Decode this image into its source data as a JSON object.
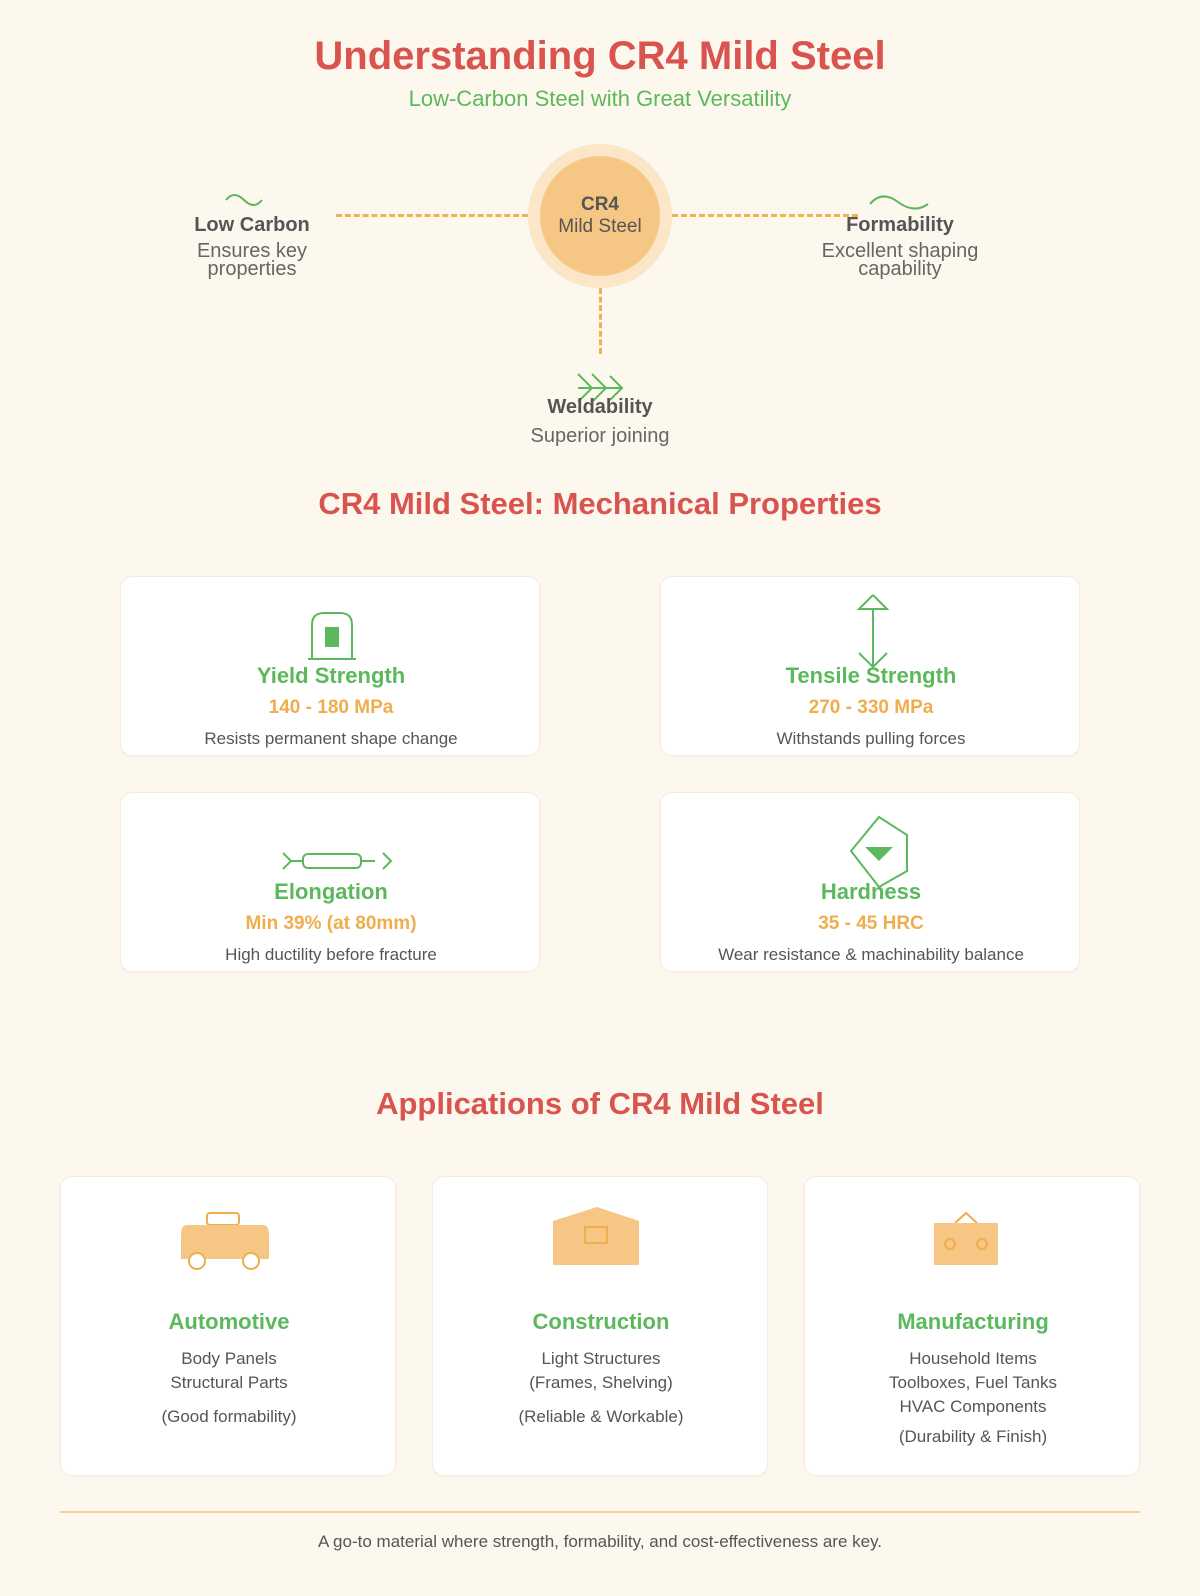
{
  "header": {
    "title": "Understanding CR4 Mild Steel",
    "subtitle": "Low-Carbon Steel with Great Versatility"
  },
  "hub": {
    "line1": "CR4",
    "line2": "Mild Steel",
    "nodes": [
      {
        "icon": "wave-icon",
        "title": "Low Carbon",
        "desc1": "Ensures key",
        "desc2": "properties"
      },
      {
        "icon": "wave-icon",
        "title": "Formability",
        "desc1": "Excellent shaping",
        "desc2": "capability"
      },
      {
        "icon": "double-arrow-icon",
        "title": "Weldability",
        "desc1": "Superior joining"
      }
    ]
  },
  "properties": {
    "title": "CR4 Mild Steel: Mechanical Properties",
    "items": [
      {
        "icon": "bar-gauge-icon",
        "name": "Yield Strength",
        "value": "140 - 180 MPa",
        "desc": "Resists permanent shape change"
      },
      {
        "icon": "vertical-arrow-icon",
        "name": "Tensile Strength",
        "value": "270 - 330 MPa",
        "desc": "Withstands pulling forces"
      },
      {
        "icon": "stretch-bar-icon",
        "name": "Elongation",
        "value": "Min 39% (at 80mm)",
        "desc": "High ductility before fracture"
      },
      {
        "icon": "hexagon-icon",
        "name": "Hardness",
        "value": "35 - 45 HRC",
        "desc": "Wear resistance & machinability balance"
      }
    ]
  },
  "applications": {
    "title": "Applications of CR4 Mild Steel",
    "items": [
      {
        "icon": "car-icon",
        "name": "Automotive",
        "line1": "Body Panels",
        "line2": "Structural Parts",
        "line3": "",
        "note": "(Good formability)"
      },
      {
        "icon": "building-icon",
        "name": "Construction",
        "line1": "Light Structures",
        "line2": "(Frames, Shelving)",
        "line3": "",
        "note": "(Reliable & Workable)"
      },
      {
        "icon": "toolbox-icon",
        "name": "Manufacturing",
        "line1": "Household Items",
        "line2": "Toolboxes, Fuel Tanks",
        "line3": "HVAC Components",
        "note": "(Durability & Finish)"
      }
    ]
  },
  "footer": {
    "text": "A go-to material where strength, formability, and cost-effectiveness are key."
  },
  "colors": {
    "background": "#fdf8ee",
    "title_red": "#d9534f",
    "green": "#5cb85c",
    "orange": "#f0ad4e",
    "hub_fill": "#f6c784"
  }
}
